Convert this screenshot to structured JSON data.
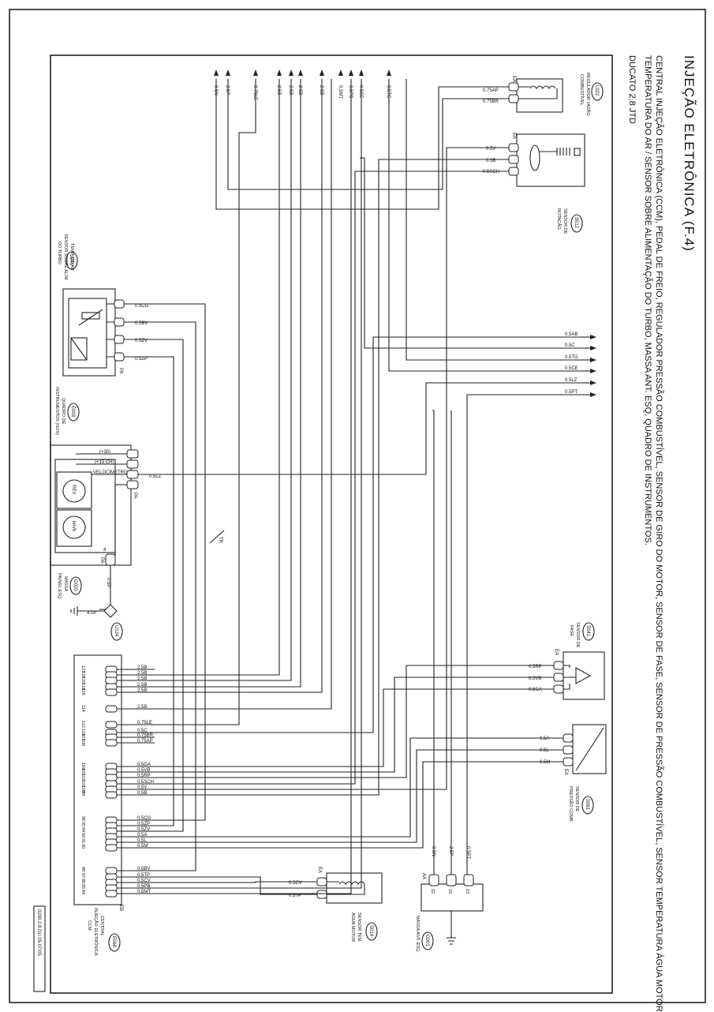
{
  "title": "INJEÇÃO ELETRÔNICA (F.4)",
  "subtitle_line1": "CENTRAL INJEÇÃO ELETRÔNICA (CCM), PEDAL DE FREIO, REGULADOR PRESSÃO COMBUSTÍVEL, SENSOR DE GIRO DO MOTOR, SENSOR DE FASE, SENSOR DE PRESSÃO COMBUSTÍVEL, SENSOR TEMPERATURA ÁGUA MOTOR,",
  "subtitle_line2": "TEMPERATURA DO AR / SENSOR SOBRE ALIMENTAÇÃO DO TURBO, MASSA ANT. ESQ. QUADRO DE INSTRUMENTOS.",
  "subtitle_line3": "DUCATO 2.8 JTD",
  "footer_code": "0200 2.8 DU 05 07/05",
  "components": {
    "l022": {
      "code": "L022",
      "name1": "REGULADOR VAZÃO",
      "name2": "COMBUSTÍVEL",
      "conn": "EA",
      "wires": [
        "0.75AP",
        "0.75BR"
      ]
    },
    "s012": {
      "code": "S012",
      "name1": "SENSOR DE",
      "name2": "ROTAÇÃO",
      "conn": "EA",
      "wires": [
        "0.5V",
        "0.5B",
        "0.5SCH"
      ]
    },
    "s046": {
      "code": "S046",
      "name1": "TEMP. DO AR",
      "name2": "SENSOR SOBRE ALIM.",
      "name3": "DO TURBO",
      "conn": "PA",
      "wires": [
        "0.5CG",
        "0.5BV",
        "0.5ZV",
        "0.5ZP"
      ]
    },
    "e003": {
      "code": "E003",
      "name1": "QUADRO DE",
      "name2": "INSTRUMENTOS (NOS)",
      "conn": "PA",
      "wire": "0.5LZ",
      "pins": [
        "(+30)",
        "(+15 CH)",
        "VELOCÍMETRO"
      ],
      "gauge1": "REV",
      "gauge2": "km/h",
      "ground_pin": "4",
      "ground_wire": "0.5P"
    },
    "g020": {
      "code": "G020",
      "name1": "MASSA",
      "name2": "PAINEL ESQ."
    },
    "u124": {
      "code": "U124",
      "wire": "4.0P"
    },
    "s041": {
      "code": "S041",
      "name1": "SENSOR DE",
      "name2": "FASE",
      "conn": "EA",
      "wires": [
        "0.5RP",
        "0.5VB",
        "0.5GA"
      ]
    },
    "s061": {
      "code": "S061",
      "name1": "SENSOR DE",
      "name2": "PRESSÃO COMB.",
      "conn": "EA",
      "wires": [
        "0.5A",
        "0.5L",
        "0.5M"
      ]
    },
    "s014": {
      "code": "S014",
      "name1": "SENSOR TEM.",
      "name2": "ÁGUA MOTOR",
      "conn": "EA",
      "wires": [
        "0.5CV",
        "0.5TP"
      ]
    },
    "g001": {
      "code": "G001",
      "name1": "MASSA ANT. ESQ.",
      "conn": "AA",
      "wires": [
        "0.5N",
        "2.5P",
        "0.5PT"
      ],
      "pins": [
        "52",
        "19",
        "23"
      ]
    },
    "e068": {
      "code": "E068",
      "name1": "CENTRAL",
      "name2": "INJEÇÃO ELETRÔNICA",
      "name3": "CCM",
      "conn": "EB"
    }
  },
  "top_arrows": [
    "0.5N",
    "2.5P",
    "0.75LE",
    "2.5B",
    "2.5B",
    "2.5B",
    "2.5B",
    "0.5MT",
    "0.5PB",
    "0.5CE",
    "0.5TG"
  ],
  "right_outputs": [
    "0.5AB",
    "0.5C",
    "0.5TG",
    "0.5CE",
    "0.5LZ",
    "0.5PT"
  ],
  "ecu_wires": [
    {
      "pin": "127",
      "wire": "2.5B"
    },
    {
      "pin": "126",
      "wire": "2.5B"
    },
    {
      "pin": "120",
      "wire": "2.5B"
    },
    {
      "pin": "118",
      "wire": "2.5B"
    },
    {
      "pin": "116",
      "wire": "2.5B"
    },
    {
      "pin": "114",
      "wire": "2.5B"
    },
    {
      "pin": "112",
      "wire": "0.75LE"
    },
    {
      "pin": "110",
      "wire": "0.5C"
    },
    {
      "pin": "107",
      "wire": "0.75BR"
    },
    {
      "pin": "106",
      "wire": "0.75AP"
    },
    {
      "pin": "104",
      "wire": "0.5GA"
    },
    {
      "pin": "103",
      "wire": "0.5VB"
    },
    {
      "pin": "102",
      "wire": "0.5RP"
    },
    {
      "pin": "101",
      "wire": "0.5SCH"
    },
    {
      "pin": "100",
      "wire": "0.5V"
    },
    {
      "pin": "99",
      "wire": "0.5B"
    },
    {
      "pin": "96",
      "wire": "0.5CG"
    },
    {
      "pin": "95",
      "wire": "0.5ZP"
    },
    {
      "pin": "94",
      "wire": "0.5ZV"
    },
    {
      "pin": "92",
      "wire": "0.5A"
    },
    {
      "pin": "91",
      "wire": "0.5L"
    },
    {
      "pin": "90",
      "wire": "0.5M"
    },
    {
      "pin": "88",
      "wire": "0.5BV"
    },
    {
      "pin": "87",
      "wire": "0.5TP"
    },
    {
      "pin": "86",
      "wire": "0.5CV"
    },
    {
      "pin": "85",
      "wire": "0.5PB"
    },
    {
      "pin": "84",
      "wire": "0.5MT"
    }
  ],
  "twist_label": "TR"
}
